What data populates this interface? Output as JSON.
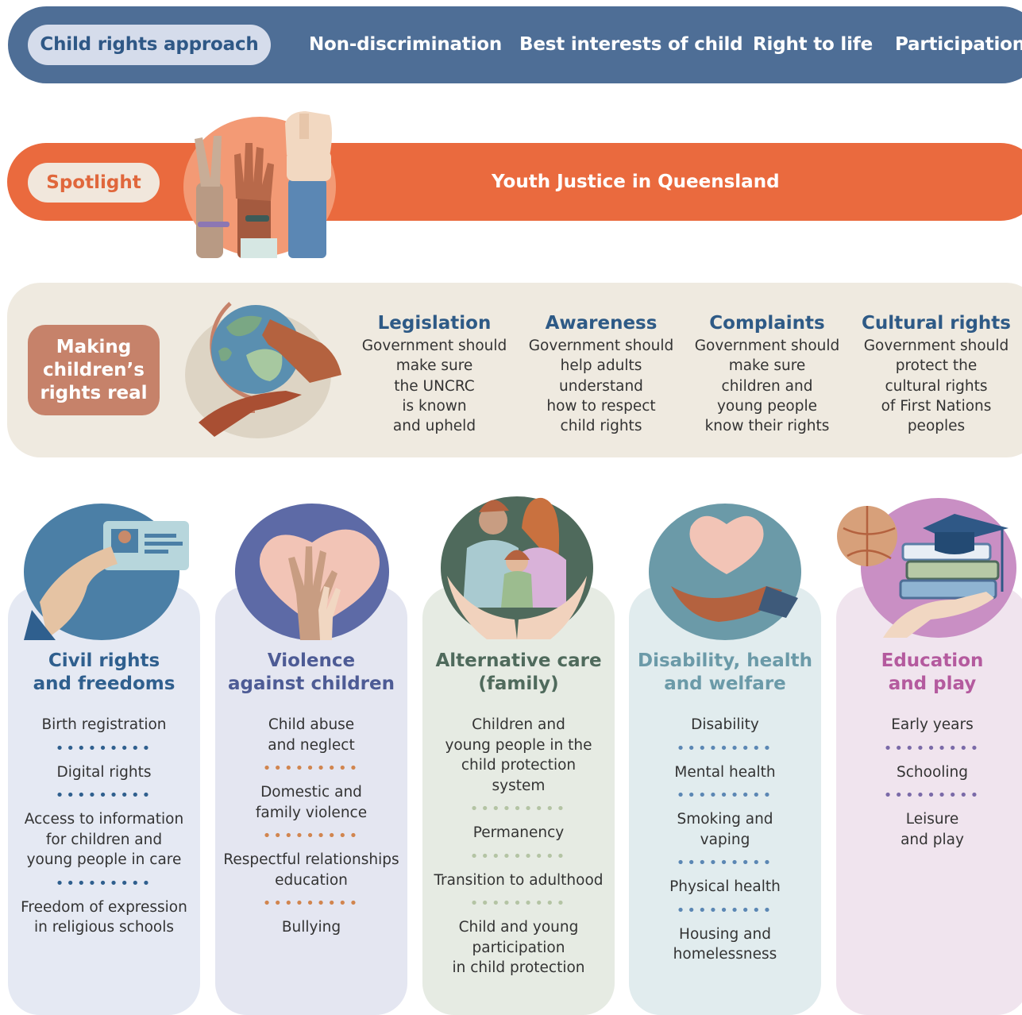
{
  "nav": {
    "items": [
      "Child rights approach",
      "Non-discrimination",
      "Best interests of child",
      "Right to life",
      "Participation"
    ]
  },
  "spotlight": {
    "label": "Spotlight",
    "title": "Youth Justice in Queensland"
  },
  "making_rights": {
    "label": "Making children’s rights real",
    "columns": [
      {
        "heading": "Legislation",
        "text": "Government should\nmake sure\nthe UNCRC\nis known\nand upheld"
      },
      {
        "heading": "Awareness",
        "text": "Government should\nhelp adults\nunderstand\nhow to respect\nchild rights"
      },
      {
        "heading": "Complaints",
        "text": "Government should\nmake sure\nchildren and\nyoung people\nknow their rights"
      },
      {
        "heading": "Cultural rights",
        "text": "Government should\nprotect the\ncultural rights\nof First Nations\npeoples"
      }
    ]
  },
  "clusters": [
    {
      "title": "Civil rights\nand freedoms",
      "color": "#2f5f8e",
      "items": [
        "Birth registration",
        "Digital rights",
        "Access to information\nfor children and\nyoung people in care",
        "Freedom of expression\nin religious schools"
      ]
    },
    {
      "title": "Violence\nagainst children",
      "color": "#4d5b95",
      "items": [
        "Child abuse\nand neglect",
        "Domestic and\nfamily violence",
        "Respectful relationships\neducation",
        "Bullying"
      ]
    },
    {
      "title": "Alternative care\n(family)",
      "color": "#4f6a5c",
      "items": [
        "Children and\nyoung people in the\nchild protection\nsystem",
        "Permanency",
        "Transition to adulthood",
        "Child and young\nparticipation\nin child protection"
      ]
    },
    {
      "title": "Disability, health\nand welfare",
      "color": "#6b9aa8",
      "items": [
        "Disability",
        "Mental health",
        "Smoking and\nvaping",
        "Physical health",
        "Housing and\nhomelessness"
      ]
    },
    {
      "title": "Education\nand play",
      "color": "#b45a9e",
      "items": [
        "Early years",
        "Schooling",
        "Leisure\nand play"
      ]
    }
  ],
  "colors": {
    "nav_bg": "#4e6e96",
    "spotlight_bg": "#ea6a3e",
    "rights_bg": "#efeae0"
  }
}
